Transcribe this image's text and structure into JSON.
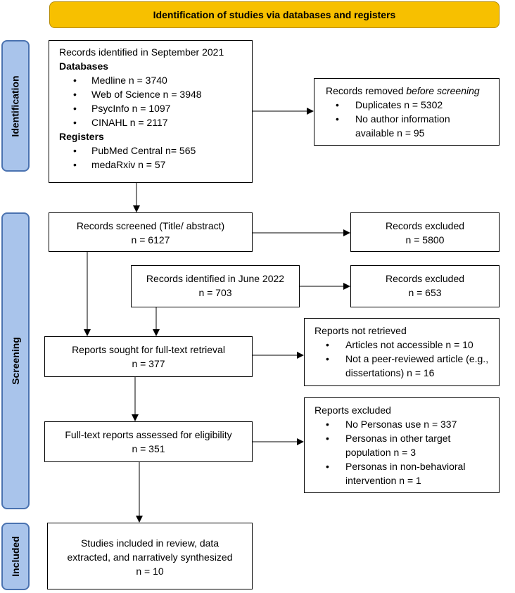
{
  "header": "Identification of studies via databases and registers",
  "sides": {
    "identification": "Identification",
    "screening": "Screening",
    "included": "Included"
  },
  "identified": {
    "title": "Records identified in September 2021",
    "databases_label": "Databases",
    "databases": [
      "Medline n = 3740",
      "Web of Science n = 3948",
      "PsycInfo n = 1097",
      "CINAHL n = 2117"
    ],
    "registers_label": "Registers",
    "registers": [
      "PubMed Central n= 565",
      "medaRxiv n = 57"
    ]
  },
  "removed": {
    "title_prefix": "Records removed ",
    "title_em": "before screening",
    "items": [
      "Duplicates n = 5302",
      "No author information available n = 95"
    ]
  },
  "screened": {
    "line1": "Records screened (Title/ abstract)",
    "line2": "n = 6127"
  },
  "excluded1": {
    "line1": "Records excluded",
    "line2": "n = 5800"
  },
  "june": {
    "line1": "Records identified in June 2022",
    "line2": "n = 703"
  },
  "excluded2": {
    "line1": "Records excluded",
    "line2": "n = 653"
  },
  "sought": {
    "line1": "Reports sought for full-text retrieval",
    "line2": "n = 377"
  },
  "not_retrieved": {
    "title": "Reports not retrieved",
    "items": [
      "Articles not accessible n = 10",
      "Not a peer-reviewed article (e.g., dissertations) n = 16"
    ]
  },
  "assessed": {
    "line1": "Full-text reports assessed for eligibility",
    "line2": "n = 351"
  },
  "reports_excluded": {
    "title": "Reports excluded",
    "items": [
      "No Personas use n = 337",
      "Personas in other target population n = 3",
      "Personas in non-behavioral intervention n = 1"
    ]
  },
  "included": {
    "line1": "Studies included in review, data",
    "line2": "extracted, and narratively synthesized",
    "line3": "n = 10"
  }
}
